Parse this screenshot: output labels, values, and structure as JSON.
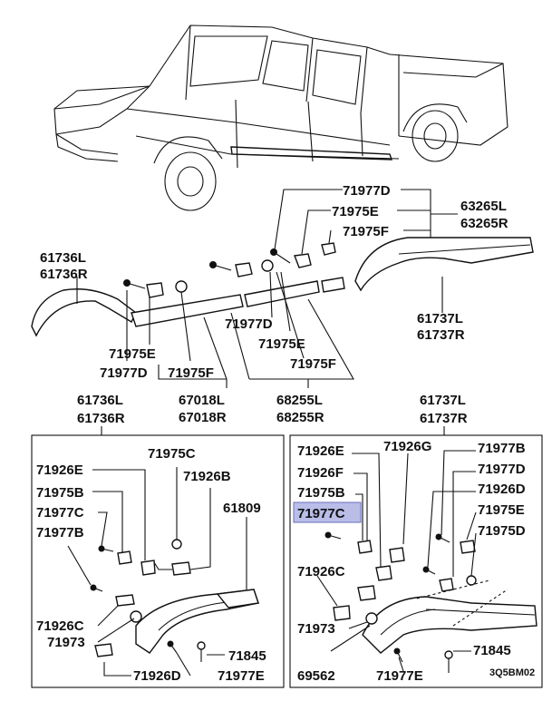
{
  "labels": {
    "top_71977D": "71977D",
    "top_71975E": "71975E",
    "top_71975F": "71975F",
    "p63265L": "63265L",
    "p63265R": "63265R",
    "p61736L": "61736L",
    "p61736R": "61736R",
    "p61737L": "61737L",
    "p61737R": "61737R",
    "mid_71977D_r": "71977D",
    "mid_71975E_r": "71975E",
    "mid_71975F_r": "71975F",
    "mid_71975E_l": "71975E",
    "mid_71977D_l": "71977D",
    "mid_71975F_l": "71975F",
    "p67018L": "67018L",
    "p67018R": "67018R",
    "p68255L": "68255L",
    "p68255R": "68255R",
    "box_l_61736L": "61736L",
    "box_l_61736R": "61736R",
    "box_r_61737L": "61737L",
    "box_r_61737R": "61737R",
    "l_71975C": "71975C",
    "l_71926E": "71926E",
    "l_71926B": "71926B",
    "l_71975B": "71975B",
    "l_71977C": "71977C",
    "l_61809": "61809",
    "l_71977B": "71977B",
    "l_71926C": "71926C",
    "l_71973": "71973",
    "l_71845": "71845",
    "l_71926D": "71926D",
    "l_71977E": "71977E",
    "r_71926E": "71926E",
    "r_71926G": "71926G",
    "r_71977B": "71977B",
    "r_71926F": "71926F",
    "r_71977D": "71977D",
    "r_71975B": "71975B",
    "r_71926D": "71926D",
    "r_71977C": "71977C",
    "r_71975E": "71975E",
    "r_71975D": "71975D",
    "r_71926C": "71926C",
    "r_71973": "71973",
    "r_69562": "69562",
    "r_71977E": "71977E",
    "r_71845": "71845",
    "diagram_code": "3Q5BM02"
  },
  "colors": {
    "highlight_fill": "#b9bde8",
    "line": "#111111"
  }
}
